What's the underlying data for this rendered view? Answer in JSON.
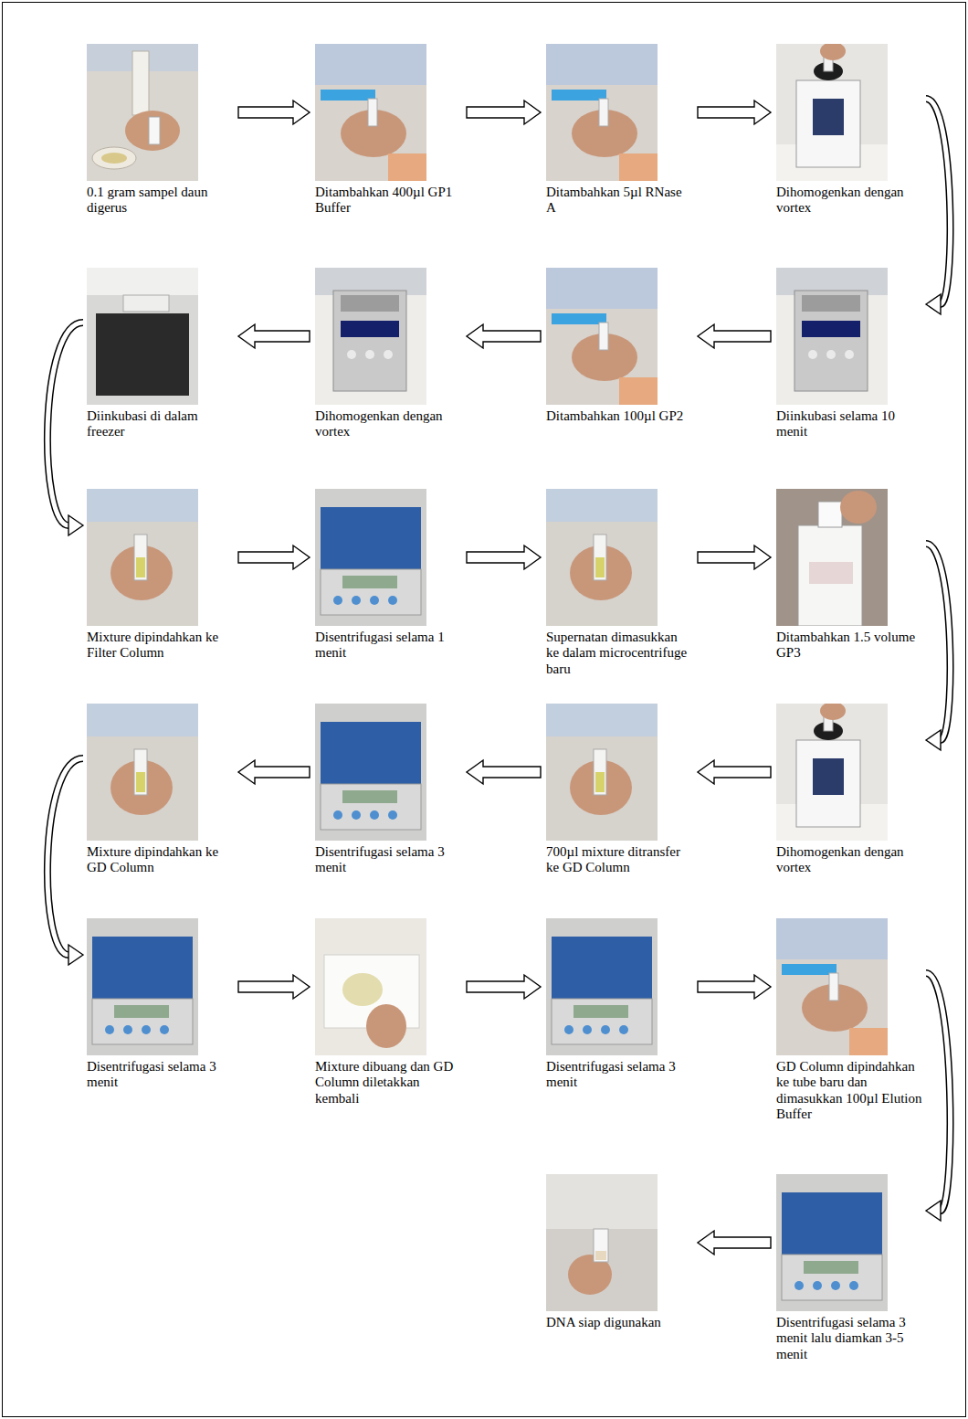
{
  "diagram": {
    "nodes": [
      {
        "text": [
          "0.1 gram sampel daun digerus"
        ]
      },
      {
        "text": [
          "Ditambahkan 400µl GP1 Buffer"
        ]
      },
      {
        "text": [
          "Ditambahkan 5µl RNase A"
        ]
      },
      {
        "text": [
          "Dihomogenkan dengan vortex"
        ]
      },
      {
        "text": [
          "Diinkubasi selama 10 menit"
        ]
      },
      {
        "text": [
          "Ditambahkan 100µl GP2"
        ]
      },
      {
        "text": [
          "Dihomogenkan dengan vortex"
        ]
      },
      {
        "text": [
          "Diinkubasi di dalam freezer"
        ]
      },
      {
        "text": [
          "Mixture dipindahkan ke Filter Column"
        ]
      },
      {
        "text": [
          "Disentrifugasi selama 1 menit"
        ]
      },
      {
        "text": [
          "Supernatan dimasukkan ke dalam microcentrifuge baru"
        ]
      },
      {
        "text": [
          "Ditambahkan 1.5 volume GP3"
        ]
      },
      {
        "text": [
          "Dihomogenkan dengan vortex"
        ]
      },
      {
        "text": [
          "700µl mixture ditransfer ke GD Column"
        ]
      },
      {
        "text": [
          "Disentrifugasi selama 3 menit"
        ]
      },
      {
        "text": [
          "Mixture dipindahkan ke GD Column"
        ]
      },
      {
        "text": [
          "Disentrifugasi selama 3 menit"
        ]
      },
      {
        "text": [
          "Mixture dibuang dan GD Column diletakkan kembali"
        ]
      },
      {
        "text": [
          "Disentrifugasi selama 3 menit"
        ]
      },
      {
        "text": [
          "GD Column dipindahkan ke tube baru dan dimasukkan 100µl Elution Buffer"
        ]
      },
      {
        "text": [
          "Disentrifugasi selama 3 menit lalu diamkan 3-5 menit"
        ]
      },
      {
        "text": [
          "DNA siap digunakan"
        ]
      }
    ],
    "edges": [
      {
        "from": 0,
        "to": 1,
        "arrow": "to"
      },
      {
        "from": 1,
        "to": 2,
        "arrow": "to"
      },
      {
        "from": 2,
        "to": 3,
        "arrow": "to"
      },
      {
        "from": 3,
        "to": 4,
        "arrow": "to"
      },
      {
        "from": 4,
        "to": 5,
        "arrow": "to"
      },
      {
        "from": 5,
        "to": 6,
        "arrow": "to"
      },
      {
        "from": 6,
        "to": 7,
        "arrow": "to"
      },
      {
        "from": 7,
        "to": 8,
        "arrow": "to"
      },
      {
        "from": 8,
        "to": 9,
        "arrow": "to"
      },
      {
        "from": 9,
        "to": 10,
        "arrow": "to"
      },
      {
        "from": 10,
        "to": 11,
        "arrow": "to"
      },
      {
        "from": 11,
        "to": 12,
        "arrow": "to"
      },
      {
        "from": 12,
        "to": 13,
        "arrow": "to"
      },
      {
        "from": 13,
        "to": 14,
        "arrow": "to"
      },
      {
        "from": 14,
        "to": 15,
        "arrow": "to"
      },
      {
        "from": 15,
        "to": 16,
        "arrow": "to"
      },
      {
        "from": 16,
        "to": 17,
        "arrow": "to"
      },
      {
        "from": 17,
        "to": 18,
        "arrow": "to"
      },
      {
        "from": 18,
        "to": 19,
        "arrow": "to"
      },
      {
        "from": 19,
        "to": 20,
        "arrow": "to"
      },
      {
        "from": 20,
        "to": 21,
        "arrow": "to"
      }
    ]
  }
}
